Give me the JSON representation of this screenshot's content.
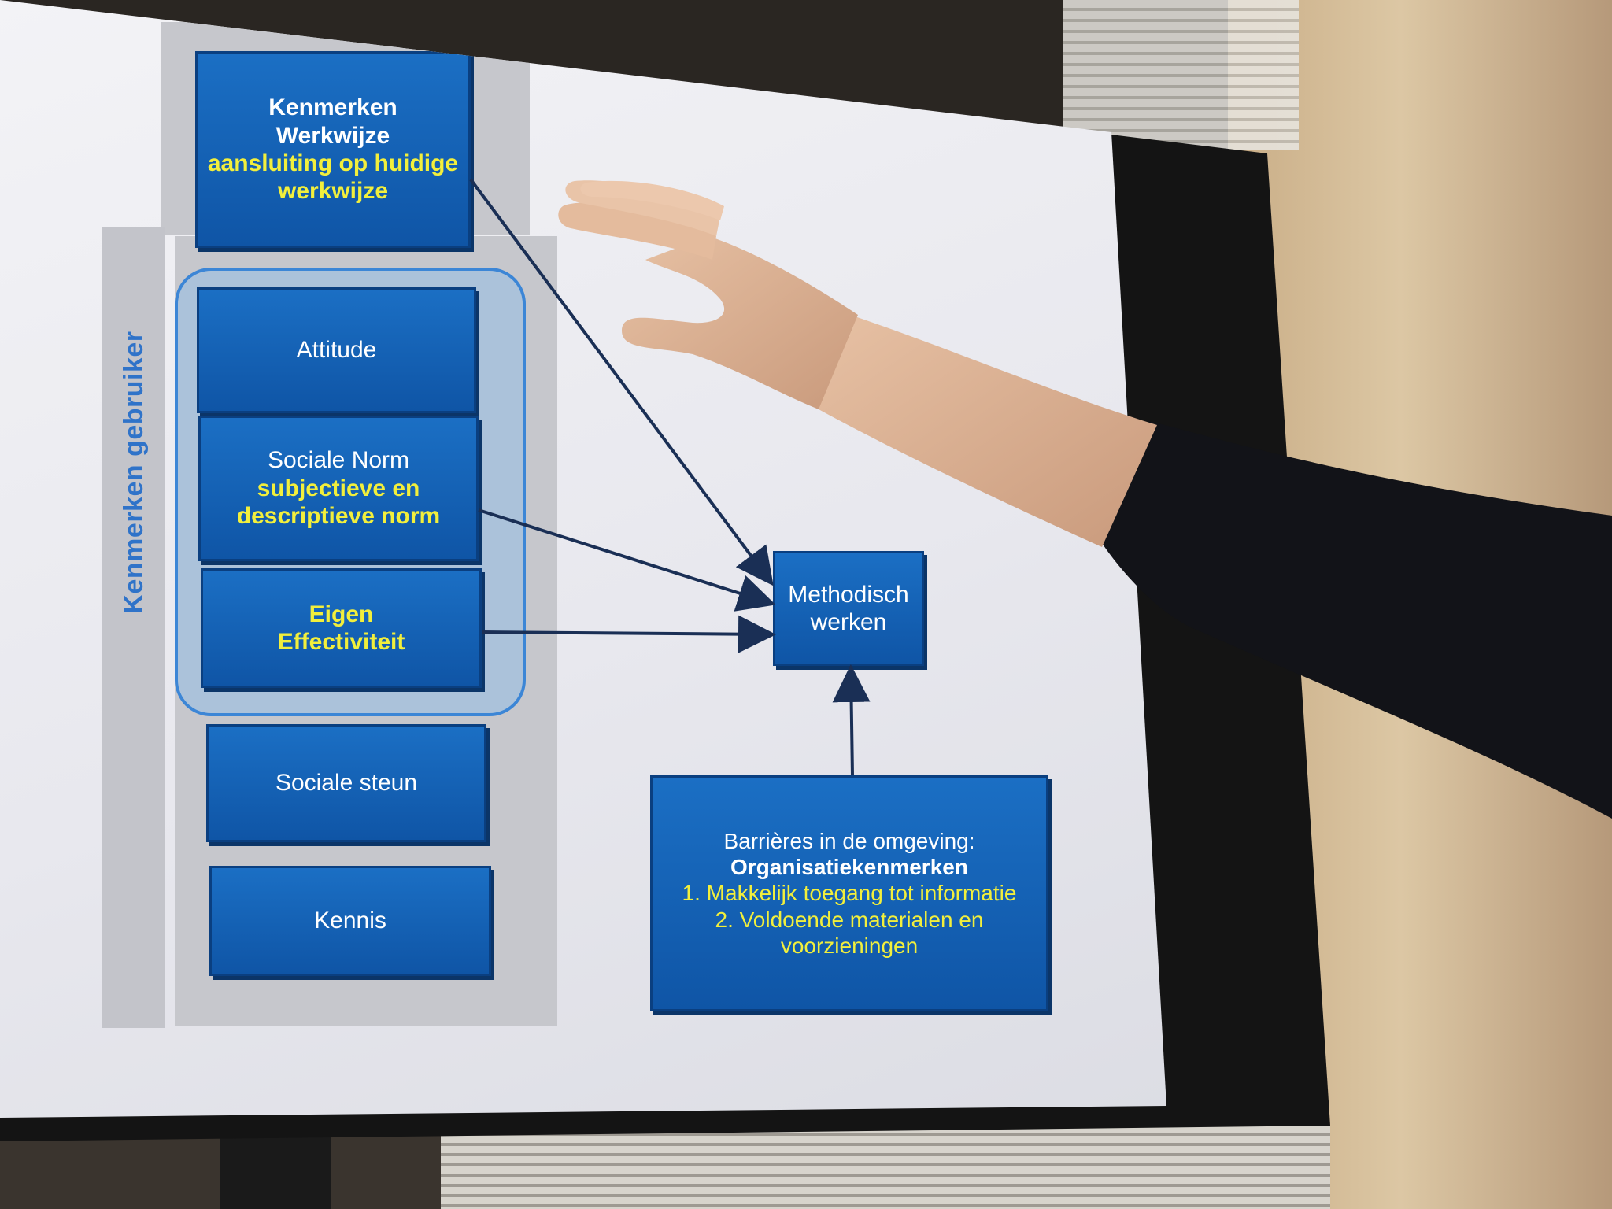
{
  "slide": {
    "side_label": "Kenmerken gebruiker",
    "top_box": {
      "line1": "Kenmerken",
      "line2": "Werkwijze",
      "line3": "aansluiting op huidige",
      "line4": "werkwijze"
    },
    "attitude": "Attitude",
    "sociale_norm": {
      "title": "Sociale Norm",
      "line2": "subjectieve en",
      "line3": "descriptieve norm"
    },
    "eigen": {
      "line1": "Eigen",
      "line2": "Effectiviteit"
    },
    "sociale_steun": "Sociale steun",
    "kennis": "Kennis",
    "methodisch": {
      "line1": "Methodisch",
      "line2": "werken"
    },
    "barrieres": {
      "line1": "Barrières in de omgeving:",
      "line2": "Organisatiekenmerken",
      "line3": "1. Makkelijk toegang tot informatie",
      "line4": "2. Voldoende materialen en voorzieningen"
    }
  },
  "colors": {
    "box_blue": "#1565b8",
    "highlight_yellow": "#f2ef3c",
    "side_label_blue": "#2f73c9",
    "group_outline": "#3c86d6"
  }
}
